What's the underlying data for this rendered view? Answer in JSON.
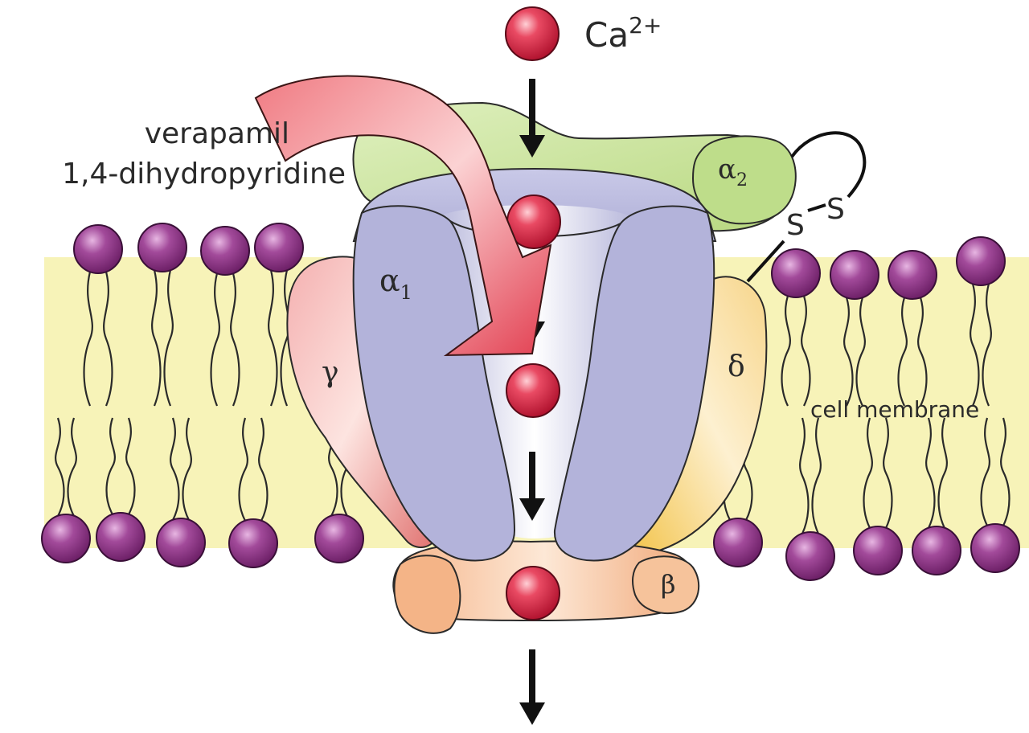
{
  "labels": {
    "ion": "Ca",
    "ion_charge": "2+",
    "drug_line1": "verapamil",
    "drug_line2": "1,4-dihydropyridine",
    "alpha1_letter": "α",
    "alpha1_sub": "1",
    "alpha2_letter": "α",
    "alpha2_sub": "2",
    "gamma": "γ",
    "delta": "δ",
    "beta": "β",
    "disulfide_s1": "S",
    "disulfide_s2": "S",
    "membrane": "cell membrane"
  },
  "colors": {
    "membrane_band": "#f7f3b8",
    "lipid_head": "#8e2f86",
    "alpha1": "#b8b8dc",
    "alpha2": "#c7e09a",
    "gamma": "#ee9c9c",
    "delta": "#f6cf78",
    "beta": "#f3b98c",
    "calcium": "#d41e3e",
    "drug_arrow": "#e8505e"
  }
}
